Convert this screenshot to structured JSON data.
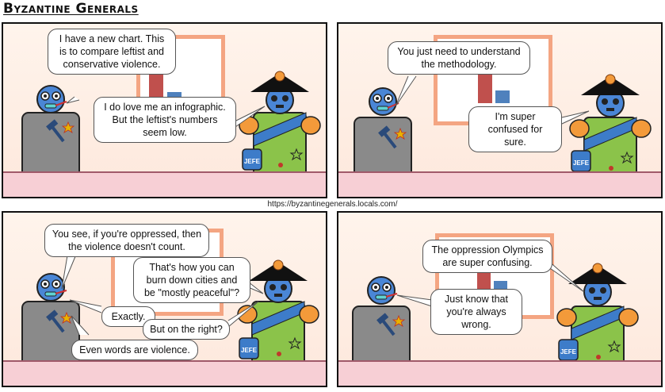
{
  "comic": {
    "title": "Byzantine Generals",
    "url": "https://byzantinegenerals.locals.com/"
  },
  "props": {
    "mug_label": "JEFE"
  },
  "colors": {
    "bar_left": "#c0504d",
    "bar_right": "#4f81bd",
    "frame": "#f4a582",
    "robot_body": "#8a8a8a",
    "general_body": "#8bc34a",
    "sash": "#3d7cc9",
    "hat": "#111111",
    "head": "#4a86d6"
  },
  "panels": [
    {
      "bubbles": [
        {
          "text": "I have a new chart. This is to compare leftist and conservative violence."
        },
        {
          "text": "I do love me an infographic. But the leftist's numbers seem low."
        }
      ]
    },
    {
      "bubbles": [
        {
          "text": "You just need to understand the methodology."
        },
        {
          "text": "I'm super confused for sure."
        }
      ]
    },
    {
      "bubbles": [
        {
          "text": "You see, if you're oppressed, then the violence doesn't count."
        },
        {
          "text": "That's how you can burn down cities and be \"mostly peaceful\"?"
        },
        {
          "text": "Exactly."
        },
        {
          "text": "But on the right?"
        },
        {
          "text": "Even words are violence."
        }
      ]
    },
    {
      "bubbles": [
        {
          "text": "The oppression Olympics are super confusing."
        },
        {
          "text": "Just know that you're always wrong."
        }
      ]
    }
  ]
}
